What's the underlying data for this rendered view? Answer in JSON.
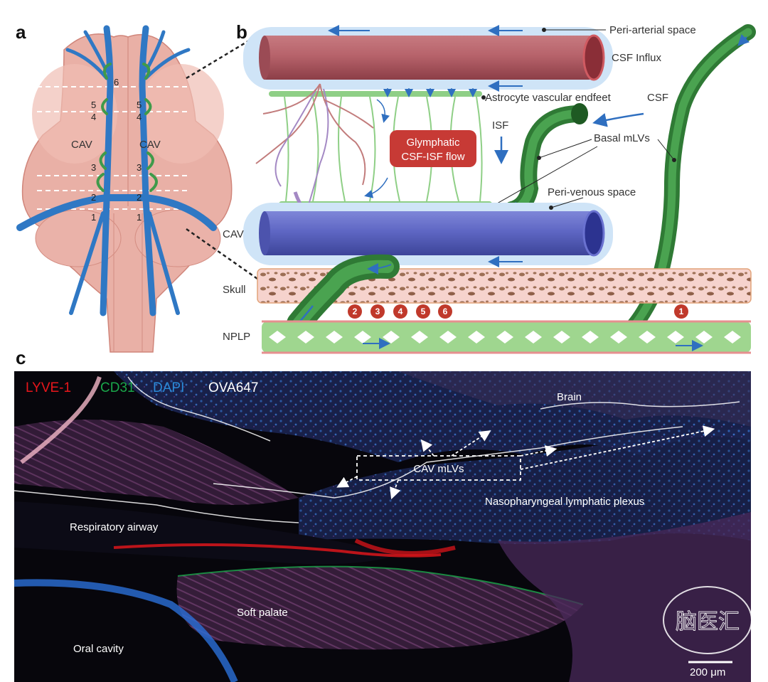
{
  "panel_a": {
    "letter": "a",
    "cav_left": "CAV",
    "cav_right": "CAV",
    "levels_left": [
      "6",
      "5",
      "4",
      "3",
      "2",
      "1"
    ],
    "levels_right": [
      "5",
      "4",
      "3",
      "2",
      "1"
    ]
  },
  "panel_b": {
    "letter": "b",
    "peri_arterial_space": "Peri-arterial space",
    "csf_influx": "CSF Influx",
    "astrocyte_endfeet": "Astrocyte vascular endfeet",
    "csf": "CSF",
    "isf": "ISF",
    "glymphatic_line1": "Glymphatic",
    "glymphatic_line2": "CSF-ISF flow",
    "basal_mlvs": "Basal mLVs",
    "peri_venous_space": "Peri-venous space",
    "cav": "CAV",
    "skull": "Skull",
    "nplp": "NPLP",
    "badges": [
      "2",
      "3",
      "4",
      "5",
      "6",
      "1"
    ]
  },
  "panel_c": {
    "letter": "c",
    "legend": [
      {
        "text": "LYVE-1",
        "color": "#e8161b"
      },
      {
        "text": "CD31",
        "color": "#1aa64a"
      },
      {
        "text": "DAPI",
        "color": "#2a8ad8"
      },
      {
        "text": "OVA647",
        "color": "#ffffff"
      }
    ],
    "brain": "Brain",
    "cav_mlvs": "CAV mLVs",
    "nasopharyngeal": "Nasopharyngeal lymphatic plexus",
    "respiratory_airway": "Respiratory airway",
    "soft_palate": "Soft palate",
    "oral_cavity": "Oral cavity",
    "scale_bar": "200 μm",
    "watermark": "脑医汇"
  },
  "colors": {
    "vein_blue": "#2f78c4",
    "lymph_green": "#3f9a4a",
    "artery_red": "#a8505a",
    "badge_red": "#c0392b",
    "brain_pink": "#e7a9a0"
  }
}
